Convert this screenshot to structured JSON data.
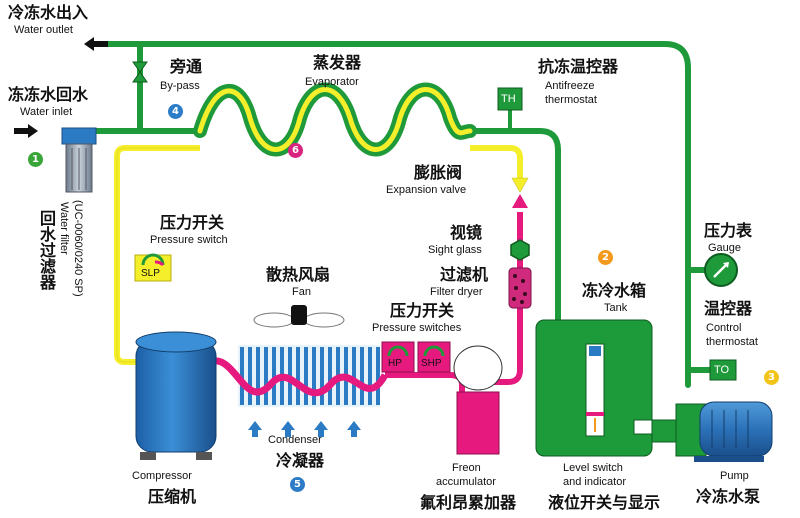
{
  "labels": {
    "water_outlet_zh": "冷冻水出入",
    "water_outlet_en": "Water outlet",
    "water_inlet_zh": "冻冻水回水",
    "water_inlet_en": "Water inlet",
    "bypass_zh": "旁通",
    "bypass_en": "By-pass",
    "evaporator_zh": "蒸发器",
    "evaporator_en": "Evaporator",
    "antifreeze_zh": "抗冻温控器",
    "antifreeze_en1": "Antifreeze",
    "antifreeze_en2": "thermostat",
    "th": "TH",
    "expansion_zh": "膨胀阀",
    "expansion_en": "Expansion valve",
    "sight_zh": "视镜",
    "sight_en": "Sight glass",
    "filterdryer_zh": "过滤机",
    "filterdryer_en": "Filter dryer",
    "pswitches_zh": "压力开关",
    "pswitches_en": "Pressure switches",
    "pswitch_zh": "压力开关",
    "pswitch_en": "Pressure switch",
    "slp": "SLP",
    "hp": "HP",
    "shp": "SHP",
    "fan_zh": "散热风扇",
    "fan_en": "Fan",
    "tank_zh": "冻冷水箱",
    "tank_en": "Tank",
    "gauge_zh": "压力表",
    "gauge_en": "Gauge",
    "control_zh": "温控器",
    "control_en1": "Control",
    "control_en2": "thermostat",
    "to": "TO",
    "compressor_en": "Compressor",
    "compressor_zh": "压缩机",
    "condenser_en": "Condenser",
    "condenser_zh": "冷凝器",
    "freon_en1": "Freon",
    "freon_en2": "accumulator",
    "freon_zh": "氟利昂累加器",
    "level_en1": "Level switch",
    "level_en2": "and indicator",
    "level_zh": "液位开关与显示",
    "pump_en": "Pump",
    "pump_zh": "冷冻水泵",
    "waterfilter_zh": "回水过滤器",
    "waterfilter_en1": "Water filter",
    "waterfilter_en2": "(UC-0060/0240 SP)"
  },
  "markers": {
    "n1": "1",
    "n2": "2",
    "n3": "3",
    "n4": "4",
    "n5": "5",
    "n6": "6"
  },
  "colors": {
    "water": "#1f9a3a",
    "refrigerant_liquid": "#f5ee2a",
    "refrigerant_hot": "#e6197f",
    "equipment_blue": "#2b7bc4",
    "tank_green": "#1d9a3a",
    "marker_green": "#3aa63a",
    "marker_orange": "#f39a1e",
    "marker_yellow": "#f2c41a",
    "marker_blue": "#2c7cc7",
    "marker_magenta": "#d8237f"
  }
}
